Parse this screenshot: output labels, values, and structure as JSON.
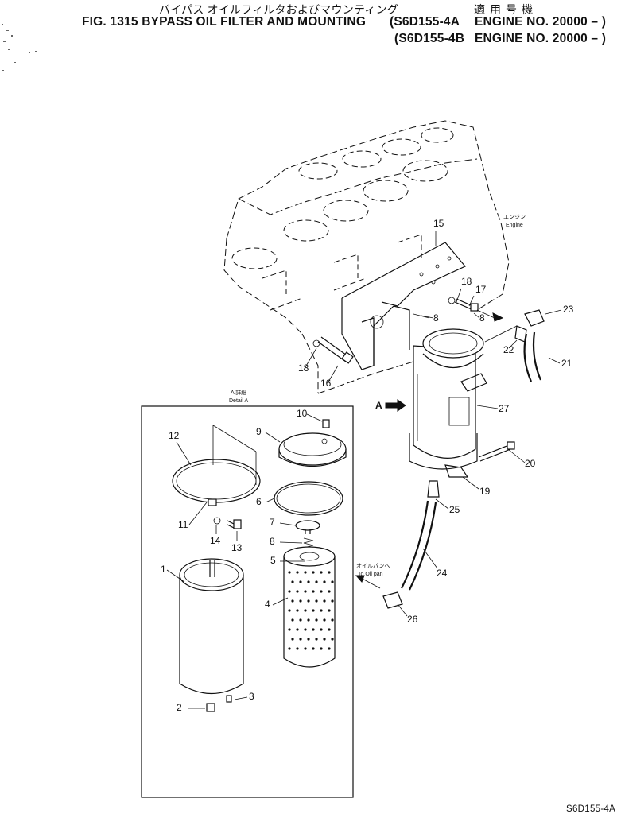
{
  "header": {
    "title_jp": "バイパス オイルフィルタおよびマウンティング",
    "title_en": "FIG. 1315 BYPASS OIL FILTER AND MOUNTING",
    "model_a": "(S6D155-4A",
    "model_b": "(S6D155-4B",
    "applicability_jp": "適用号機",
    "engine_a": "ENGINE NO. 20000 – )",
    "engine_b": "ENGINE NO. 20000 – )"
  },
  "labels": {
    "engine_jp": "エンジン",
    "engine_en": "Engine",
    "detail_jp": "A 詳細",
    "detail_en": "Detail A",
    "to_oil_pan_jp": "オイルパンへ",
    "to_oil_pan_en": "To Oil pan",
    "view_a": "A"
  },
  "callouts": [
    "1",
    "2",
    "3",
    "4",
    "5",
    "6",
    "7",
    "8",
    "9",
    "10",
    "11",
    "12",
    "13",
    "14",
    "15",
    "16",
    "17",
    "18",
    "18",
    "19",
    "20",
    "21",
    "22",
    "23",
    "24",
    "25",
    "26",
    "27",
    "8",
    "8"
  ],
  "footer": "S6D155-4A"
}
